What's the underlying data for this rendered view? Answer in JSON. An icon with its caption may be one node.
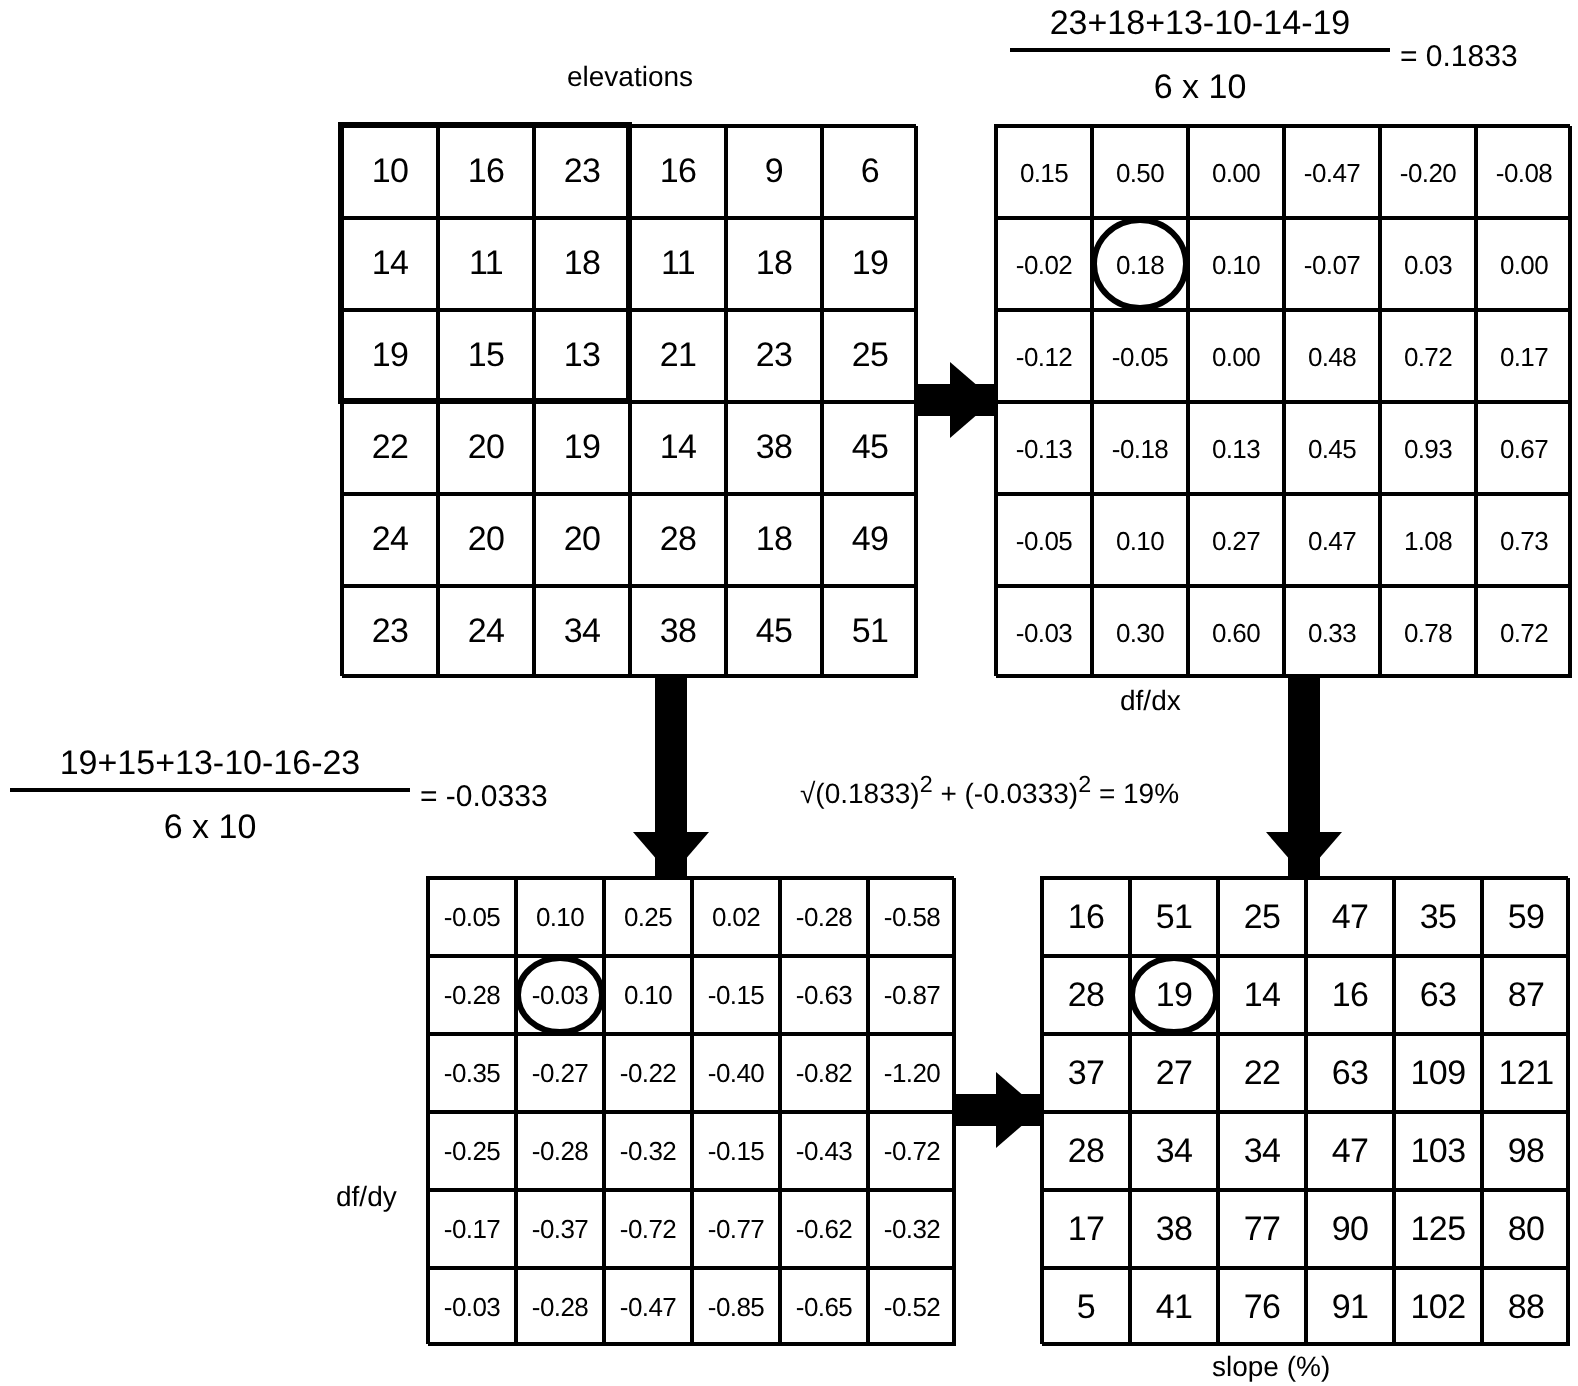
{
  "diagram": {
    "nodes": [
      {
        "text": [
          "10",
          "16",
          "23",
          "16",
          "9",
          "6",
          "14",
          "11",
          "18",
          "11",
          "18",
          "19",
          "19",
          "15",
          "13",
          "21",
          "23",
          "25",
          "22",
          "20",
          "19",
          "14",
          "38",
          "45",
          "24",
          "20",
          "20",
          "28",
          "18",
          "49",
          "23",
          "24",
          "34",
          "38",
          "45",
          "51"
        ],
        "beside": [
          "elevations"
        ]
      },
      {
        "text": [
          "0.15",
          "0.50",
          "0.00",
          "-0.47",
          "-0.20",
          "-0.08",
          "-0.02",
          "0.18",
          "0.10",
          "-0.07",
          "0.03",
          "0.00",
          "-0.12",
          "-0.05",
          "0.00",
          "0.48",
          "0.72",
          "0.17",
          "-0.13",
          "-0.18",
          "0.13",
          "0.45",
          "0.93",
          "0.67",
          "-0.05",
          "0.10",
          "0.27",
          "0.47",
          "1.08",
          "0.73",
          "-0.03",
          "0.30",
          "0.60",
          "0.33",
          "0.78",
          "0.72"
        ],
        "beside": [
          "23+18+13-10-14-19",
          "6 x 10",
          "= 0.1833",
          "df/dx"
        ]
      },
      {
        "text": [
          "-0.05",
          "0.10",
          "0.25",
          "0.02",
          "-0.28",
          "-0.58",
          "-0.28",
          "-0.03",
          "0.10",
          "-0.15",
          "-0.63",
          "-0.87",
          "-0.35",
          "-0.27",
          "-0.22",
          "-0.40",
          "-0.82",
          "-1.20",
          "-0.25",
          "-0.28",
          "-0.32",
          "-0.15",
          "-0.43",
          "-0.72",
          "-0.17",
          "-0.37",
          "-0.72",
          "-0.77",
          "-0.62",
          "-0.32",
          "-0.03",
          "-0.28",
          "-0.47",
          "-0.85",
          "-0.65",
          "-0.52"
        ],
        "beside": [
          "19+15+13-10-16-23",
          "6 x 10",
          "= -0.0333",
          "df/dy"
        ]
      },
      {
        "text": [
          "16",
          "51",
          "25",
          "47",
          "35",
          "59",
          "28",
          "19",
          "14",
          "16",
          "63",
          "87",
          "37",
          "27",
          "22",
          "63",
          "109",
          "121",
          "28",
          "34",
          "34",
          "47",
          "103",
          "98",
          "17",
          "38",
          "77",
          "90",
          "125",
          "80",
          "5",
          "41",
          "76",
          "91",
          "102",
          "88"
        ],
        "beside": [
          "√(0.1833)$^{2}$ + (-0.0333)$^{2}$ = 19%",
          "slope (%)"
        ]
      }
    ],
    "edges": [
      {
        "from": 0,
        "to": 1,
        "arrow": "to"
      },
      {
        "from": 0,
        "to": 2,
        "arrow": "to"
      },
      {
        "from": 1,
        "to": 3,
        "arrow": "to"
      },
      {
        "from": 2,
        "to": 3,
        "arrow": "to"
      }
    ]
  }
}
